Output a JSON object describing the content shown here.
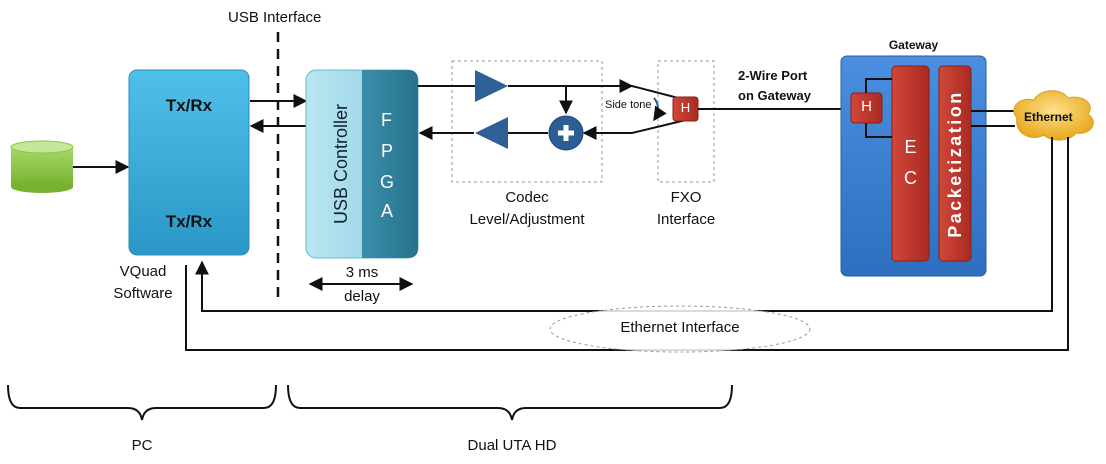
{
  "labels": {
    "usb_interface": "USB Interface",
    "txrx_top": "Tx/Rx",
    "txrx_bottom": "Tx/Rx",
    "vquad_line1": "VQuad",
    "vquad_line2": "Software",
    "usb_controller": "USB Controller",
    "fpga": [
      "F",
      "P",
      "G",
      "A"
    ],
    "delay_value": "3 ms",
    "delay_word": "delay",
    "codec_line1": "Codec",
    "codec_line2": "Level/Adjustment",
    "side_tone": "Side tone",
    "hybrid_fxo": "H",
    "fxo_line1": "FXO",
    "fxo_line2": "Interface",
    "port_line1": "2-Wire Port",
    "port_line2": "on Gateway",
    "gateway": "Gateway",
    "hybrid_gw": "H",
    "ec": [
      "E",
      "C"
    ],
    "packetization": "Packetization",
    "ethernet_cloud": "Ethernet",
    "ethernet_interface": "Ethernet Interface",
    "pc": "PC",
    "dual_uta": "Dual UTA HD"
  },
  "colors": {
    "txrx_fill": "#35a8d6",
    "usb_fill": "#a6dcea",
    "fpga_fill": "#2e7e98",
    "amp_fill": "#2e6097",
    "summer_fill": "#2c5e96",
    "hybrid_fill": "#c0392b",
    "gateway_fill": "#3a7ed0",
    "db_fill": "#8cc63f",
    "cloud_fill": "#f6c233"
  },
  "icons": {
    "database": "database-icon",
    "amplifier": "amplifier-triangle-icon",
    "summer": "plus-summer-icon",
    "cloud": "cloud-icon",
    "curved_arrow": "curved-arrow-icon"
  }
}
